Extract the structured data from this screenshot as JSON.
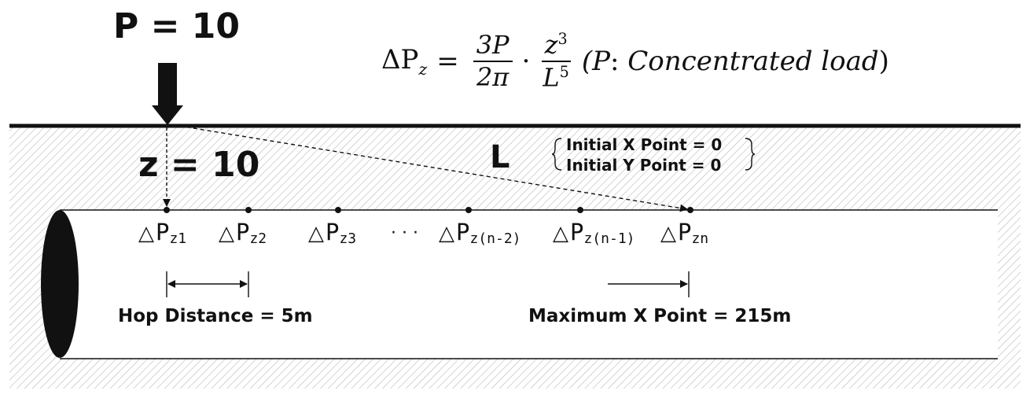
{
  "load_label": "P = 10",
  "depth_label": "z = 10",
  "distance_label": "L",
  "formula": {
    "lhs_main": "ΔP",
    "lhs_sub": "z",
    "equals": "=",
    "frac1_num": "3P",
    "frac1_den": "2π",
    "dot": "·",
    "frac2_num_base": "z",
    "frac2_num_exp": "3",
    "frac2_den_base": "L",
    "frac2_den_exp": "5",
    "note_open": "(P",
    "note_colon": ":",
    "note_text": " Concentrated load",
    "note_close": ")"
  },
  "initial_points": {
    "x_label": "Initial X Point = 0",
    "y_label": "Initial Y Point = 0"
  },
  "ellipsis": "· · ·",
  "points": [
    {
      "tri": "△",
      "base": "P",
      "sub": "z1"
    },
    {
      "tri": "△",
      "base": "P",
      "sub": "z2"
    },
    {
      "tri": "△",
      "base": "P",
      "sub": "z3"
    },
    {
      "tri": "△",
      "base": "P",
      "sub": "z(n-2)"
    },
    {
      "tri": "△",
      "base": "P",
      "sub": "z(n-1)"
    },
    {
      "tri": "△",
      "base": "P",
      "sub": "zn"
    }
  ],
  "hop_distance_label": "Hop Distance = 5m",
  "max_x_label": "Maximum X Point = 215m",
  "colors": {
    "ink": "#111111",
    "hatch": "#b8b8b8",
    "pipe_fill": "#ffffff"
  }
}
